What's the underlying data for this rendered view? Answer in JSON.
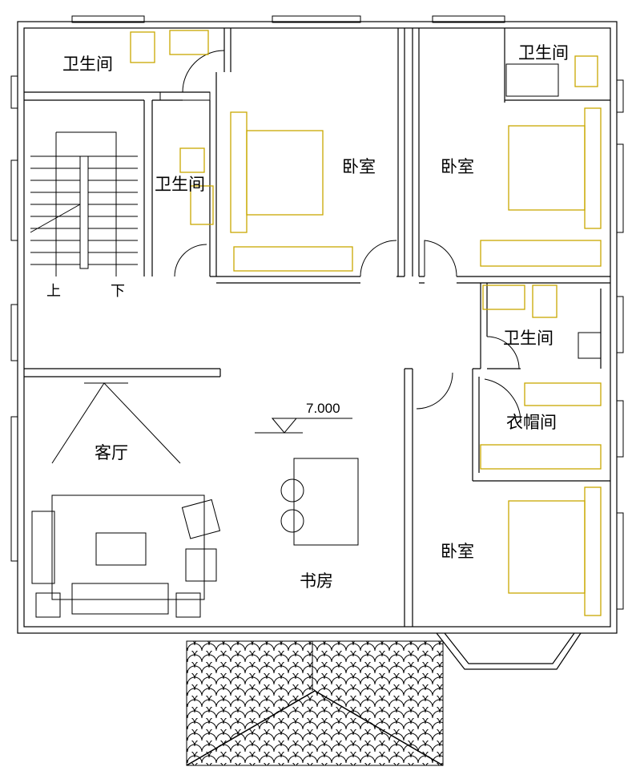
{
  "rooms": {
    "bath_top_left": "卫生间",
    "bath_small": "卫生间",
    "bath_top_right": "卫生间",
    "bath_mid_right": "卫生间",
    "bedroom_1": "卧室",
    "bedroom_2": "卧室",
    "bedroom_3": "卧室",
    "living": "客厅",
    "study": "书房",
    "closet": "衣帽间"
  },
  "stairs": {
    "up": "上",
    "down": "下"
  },
  "elevation": "7.000",
  "colors": {
    "wall": "#000000",
    "furniture": "#c9a800",
    "fixture": "#555555"
  }
}
